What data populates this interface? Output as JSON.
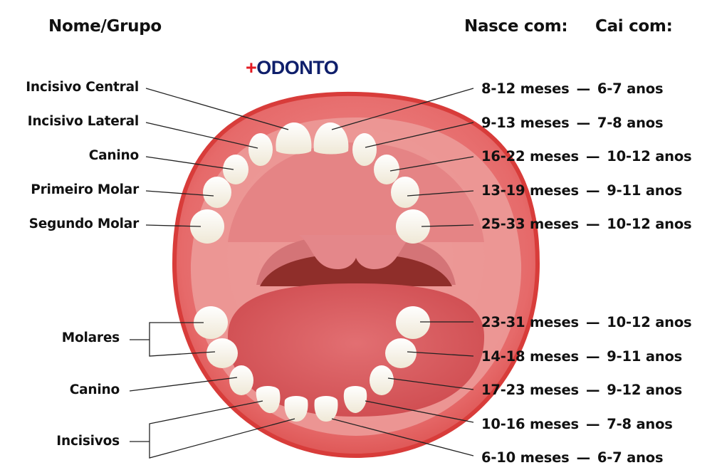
{
  "headers": {
    "name_group": "Nome/Grupo",
    "erupts": "Nasce com:",
    "falls": "Cai com:"
  },
  "logo": {
    "plus": "+",
    "word": "ODONTO",
    "plus_color": "#e31b23",
    "word_color": "#0f1f6b"
  },
  "upper_teeth": [
    {
      "name": "Incisivo Central",
      "erupts": "8-12 meses",
      "falls": "6-7 anos"
    },
    {
      "name": "Incisivo Lateral",
      "erupts": "9-13 meses",
      "falls": "7-8 anos"
    },
    {
      "name": "Canino",
      "erupts": "16-22 meses",
      "falls": "10-12 anos"
    },
    {
      "name": "Primeiro Molar",
      "erupts": "13-19 meses",
      "falls": "9-11 anos"
    },
    {
      "name": "Segundo Molar",
      "erupts": "25-33 meses",
      "falls": "10-12 anos"
    }
  ],
  "lower_groups": [
    {
      "name": "Molares"
    },
    {
      "name": "Canino"
    },
    {
      "name": "Incisivos"
    }
  ],
  "lower_teeth": [
    {
      "erupts": "23-31 meses",
      "falls": "10-12 anos"
    },
    {
      "erupts": "14-18 meses",
      "falls": "9-11 anos"
    },
    {
      "erupts": "17-23 meses",
      "falls": "9-12 anos"
    },
    {
      "erupts": "10-16 meses",
      "falls": "7-8 anos"
    },
    {
      "erupts": "6-10 meses",
      "falls": "6-7 anos"
    }
  ],
  "separator": "—",
  "colors": {
    "lip": "#e0504f",
    "gum": "#e88a8a",
    "palate": "#e57f80",
    "throat": "#8a2a26",
    "tongue": "#d9595c",
    "tooth": "#fbf8f0"
  }
}
